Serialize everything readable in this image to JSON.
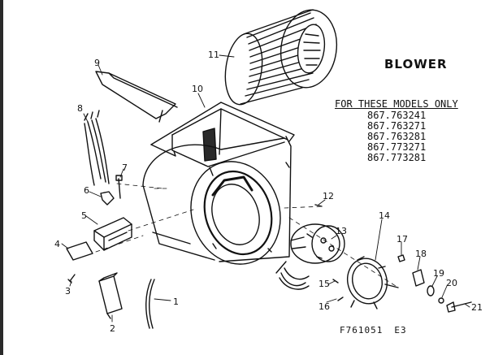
{
  "title": "BLOWER",
  "models_header": "FOR THESE MODELS ONLY",
  "models": [
    "867.763241",
    "867.763271",
    "867.763281",
    "867.773271",
    "867.773281"
  ],
  "figure_code": "F761051",
  "figure_rev": "E3",
  "callouts": {
    "c1": "1",
    "c2": "2",
    "c3": "3",
    "c4": "4",
    "c5": "5",
    "c6": "6",
    "c7": "7",
    "c8": "8",
    "c9": "9",
    "c10": "10",
    "c11": "11",
    "c12": "12",
    "c13": "13",
    "c14": "14",
    "c15": "15",
    "c16": "16",
    "c17": "17",
    "c18": "18",
    "c19": "19",
    "c20": "20",
    "c21": "21"
  }
}
